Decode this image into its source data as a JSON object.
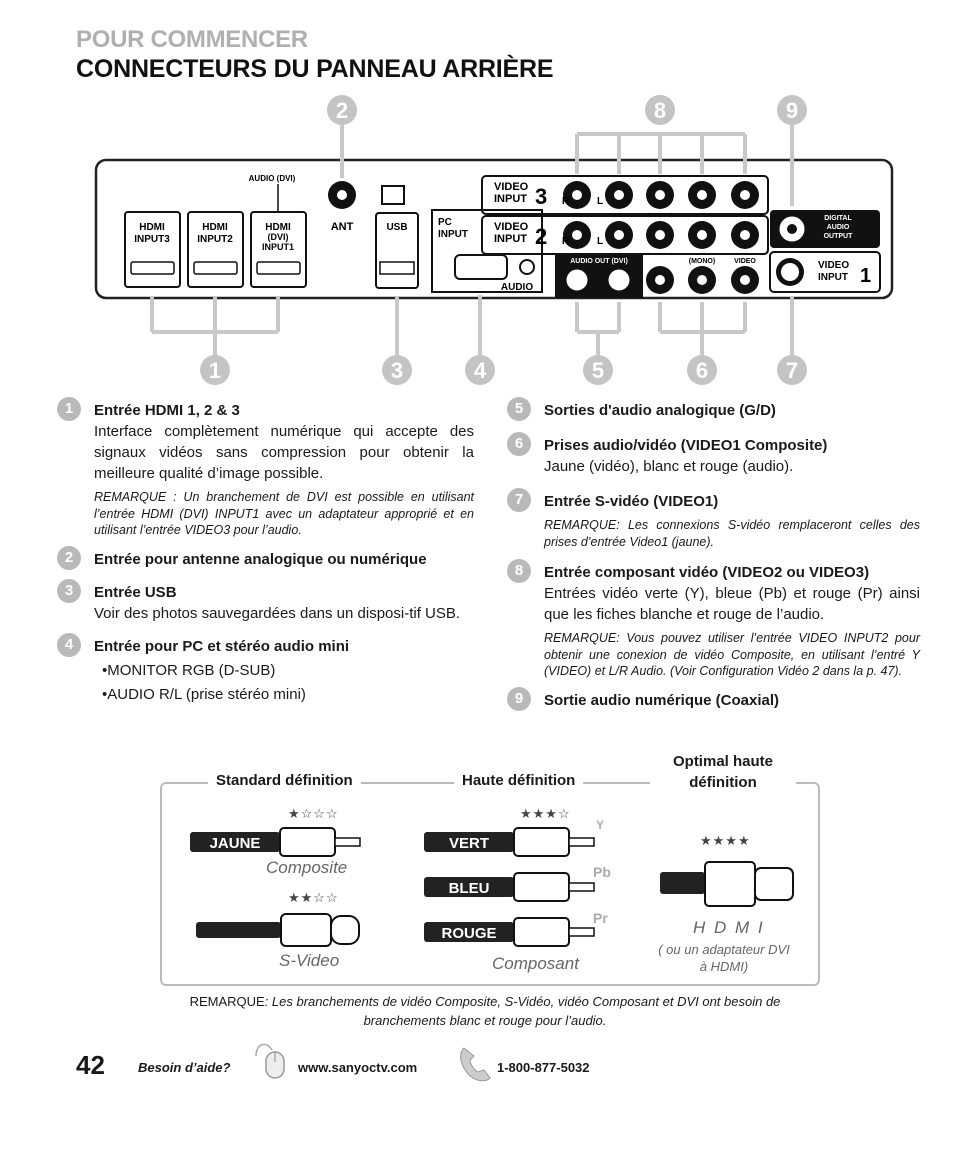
{
  "header": {
    "section": "POUR COMMENCER",
    "title": "CONNECTEURS DU PANNEAU ARRIÈRE"
  },
  "diagram": {
    "callouts": [
      "1",
      "2",
      "3",
      "4",
      "5",
      "6",
      "7",
      "8",
      "9"
    ],
    "labels": {
      "audio_dvi": "AUDIO (DVI)",
      "hdmi": "HDMI",
      "input3": "INPUT3",
      "input2": "INPUT2",
      "dvi": "(DVI)",
      "input1": "INPUT1",
      "ant": "ANT",
      "usb": "USB",
      "pc": "PC",
      "pc_input": "INPUT",
      "audio": "AUDIO",
      "video": "VIDEO",
      "video_input": "INPUT",
      "video3_num": "3",
      "video2_num": "2",
      "video1_num": "1",
      "audio_out": "AUDIO OUT (DVI)",
      "mono": "(MONO)",
      "video_small": "VIDEO",
      "digital": "DIGITAL",
      "digital_audio": "AUDIO",
      "digital_output": "OUTPUT",
      "r": "R",
      "l": "L"
    }
  },
  "items": [
    {
      "num": "1",
      "head": "Entrée HDMI 1, 2 & 3",
      "body": "Interface complètement numérique qui accepte des signaux vidéos sans compression pour obtenir la meilleure qualité d’image possible.",
      "note": "REMARQUE : Un branchement de DVI est possible en utilisant l’entrée HDMI (DVI) INPUT1 avec un adaptateur approprié et en utilisant l’entrée VIDEO3 pour l’audio."
    },
    {
      "num": "2",
      "head": "Entrée pour antenne analogique ou numérique"
    },
    {
      "num": "3",
      "head": "Entrée USB",
      "body": "Voir des photos sauvegardées dans un disposi-tif USB."
    },
    {
      "num": "4",
      "head": "Entrée pour PC et stéréo audio mini",
      "bullets": [
        "MONITOR RGB (D-SUB)",
        "AUDIO R/L (prise stéréo mini)"
      ]
    },
    {
      "num": "5",
      "head": "Sorties d'audio analogique (G/D)"
    },
    {
      "num": "6",
      "head": "Prises audio/vidéo (VIDEO1 Composite)",
      "body": "Jaune (vidéo), blanc et rouge (audio)."
    },
    {
      "num": "7",
      "head": "Entrée S-vidéo (VIDEO1)",
      "note": "REMARQUE: Les connexions S-vidéo remplaceront celles des prises d’entrée Video1 (jaune)."
    },
    {
      "num": "8",
      "head": "Entrée composant vidéo (VIDEO2 ou VIDEO3)",
      "body": "Entrées vidéo verte (Y), bleue (Pb) et rouge (Pr) ainsi que les fiches blanche et rouge de l’audio.",
      "note": "REMARQUE: Vous pouvez utiliser l’entrée VIDEO INPUT2 pour obtenir une conexion de vidéo Composite, en utilisant l’entré Y (VIDEO) et L/R Audio. (Voir Configuration Vidéo 2 dans la p. 47)."
    },
    {
      "num": "9",
      "head": "Sortie audio numérique (Coaxial)"
    }
  ],
  "signals": {
    "standard_head": "Standard définition",
    "high_head": "Haute définition",
    "optimal_head": "Optimal haute définition",
    "composite_plug": "JAUNE",
    "composite_label": "Composite",
    "svideo_label": "S-Video",
    "green_plug": "VERT",
    "blue_plug": "BLEU",
    "red_plug": "ROUGE",
    "y": "Y",
    "pb": "Pb",
    "pr": "Pr",
    "component_label": "Composant",
    "hdmi_label": "H D M I",
    "hdmi_note": "( ou un adaptateur DVI à HDMI)",
    "stars_composite": 1,
    "stars_svideo": 2,
    "stars_component": 3,
    "stars_hdmi": 4
  },
  "bottom_note": {
    "prefix": "REMARQUE",
    "text": ": Les branchements de vidéo Composite, S-Vidéo, vidéo Composant et DVI ont besoin de branchements blanc et rouge pour l’audio."
  },
  "footer": {
    "page_number": "42",
    "help": "Besoin d’aide?",
    "url": "www.sanyoctv.com",
    "phone": "1-800-877-5032"
  },
  "colors": {
    "accent_grey": "#b0b0b0",
    "callout_grey": "#c4c4c4",
    "dark": "#111111"
  }
}
